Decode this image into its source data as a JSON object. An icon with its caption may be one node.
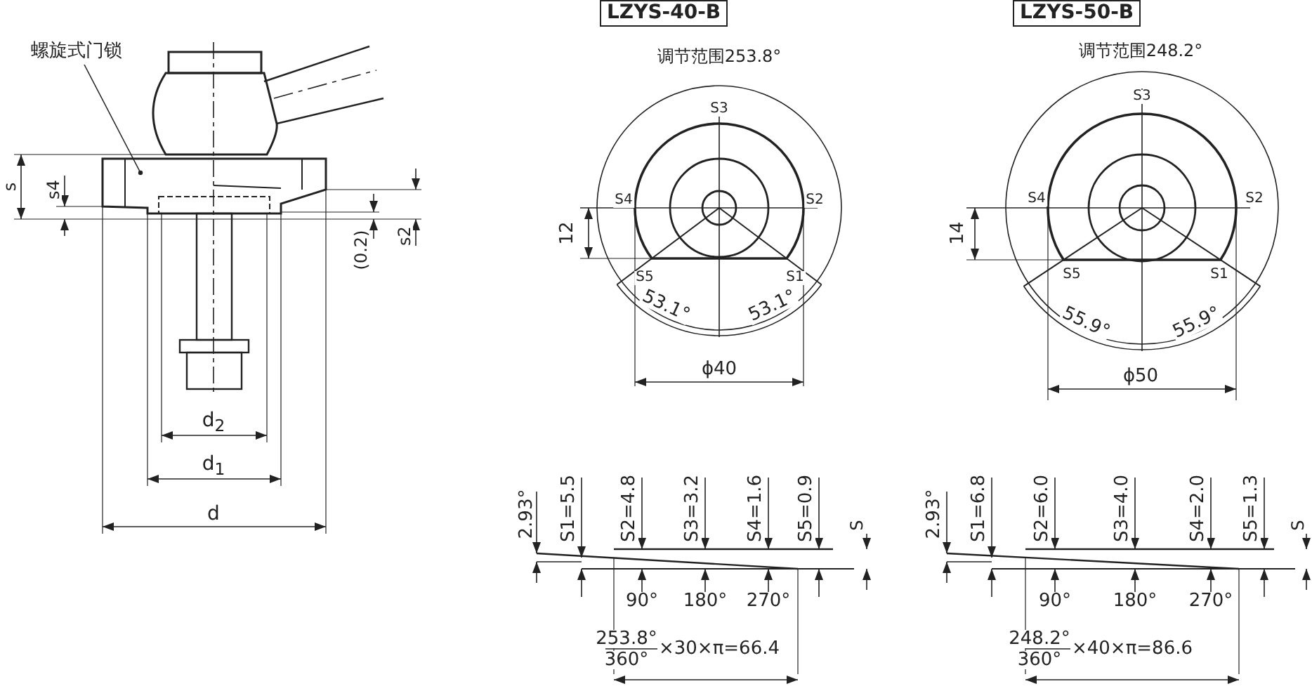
{
  "diagram": {
    "nodes": [
      {
        "text": [
          "螺旋式门锁"
        ]
      },
      {
        "text": [],
        "shape": "picture"
      },
      {
        "text": [
          "LZYS-40-B"
        ]
      },
      {
        "text": [
          "LZYS-50-B"
        ]
      }
    ],
    "edges": [
      {
        "from": 0,
        "to": 1,
        "arrow": "none"
      }
    ],
    "labels": [
      "s",
      "s4",
      "(0.2)",
      "s2",
      "d$_{2}$",
      "d$_{1}$",
      "d",
      "调节范围253.8°",
      "S3",
      "S4",
      "S2",
      "12",
      "S5",
      "S1",
      "53.1°",
      "53.1°",
      "ϕ40",
      "调节范围248.2°",
      "S3",
      "S4",
      "S2",
      "14",
      "S5",
      "S1",
      "55.9°",
      "55.9°",
      "ϕ50",
      "2.93°",
      "S1=5.5",
      "S2=4.8",
      "S3=3.2",
      "S4=1.6",
      "S5=0.9",
      "S",
      "90°",
      "180°",
      "270°",
      "253.8°",
      "360°",
      "×30×π=66.4",
      "2.93°",
      "S1=6.8",
      "S2=6.0",
      "S3=4.0",
      "S4=2.0",
      "S5=1.3",
      "S",
      "90°",
      "180°",
      "270°",
      "248.2°",
      "360°",
      "×40×π=86.6"
    ]
  }
}
